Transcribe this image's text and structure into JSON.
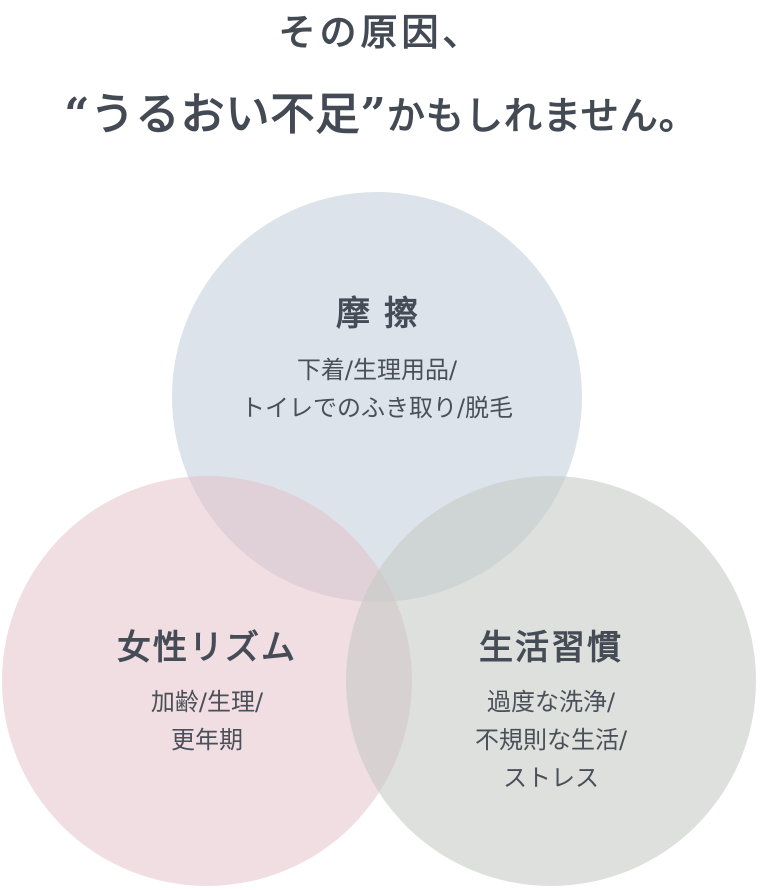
{
  "heading": {
    "line1": "その原因、",
    "line2_quoted": "“うるおい不足”",
    "line2_rest": "かもしれません。"
  },
  "circles": {
    "top": {
      "title": "摩擦",
      "lines": [
        "下着/生理用品/",
        "トイレでのふき取り/脱毛"
      ]
    },
    "left": {
      "title": "女性リズム",
      "lines": [
        "加齢/生理/",
        "更年期"
      ]
    },
    "right": {
      "title": "生活習慣",
      "lines": [
        "過度な洗浄/",
        "不規則な生活/",
        "ストレス"
      ]
    }
  },
  "colors": {
    "top_circle": "#c4cedc",
    "left_circle": "#e2c0c8",
    "right_circle": "#c4cac4",
    "text": "#464c56"
  }
}
